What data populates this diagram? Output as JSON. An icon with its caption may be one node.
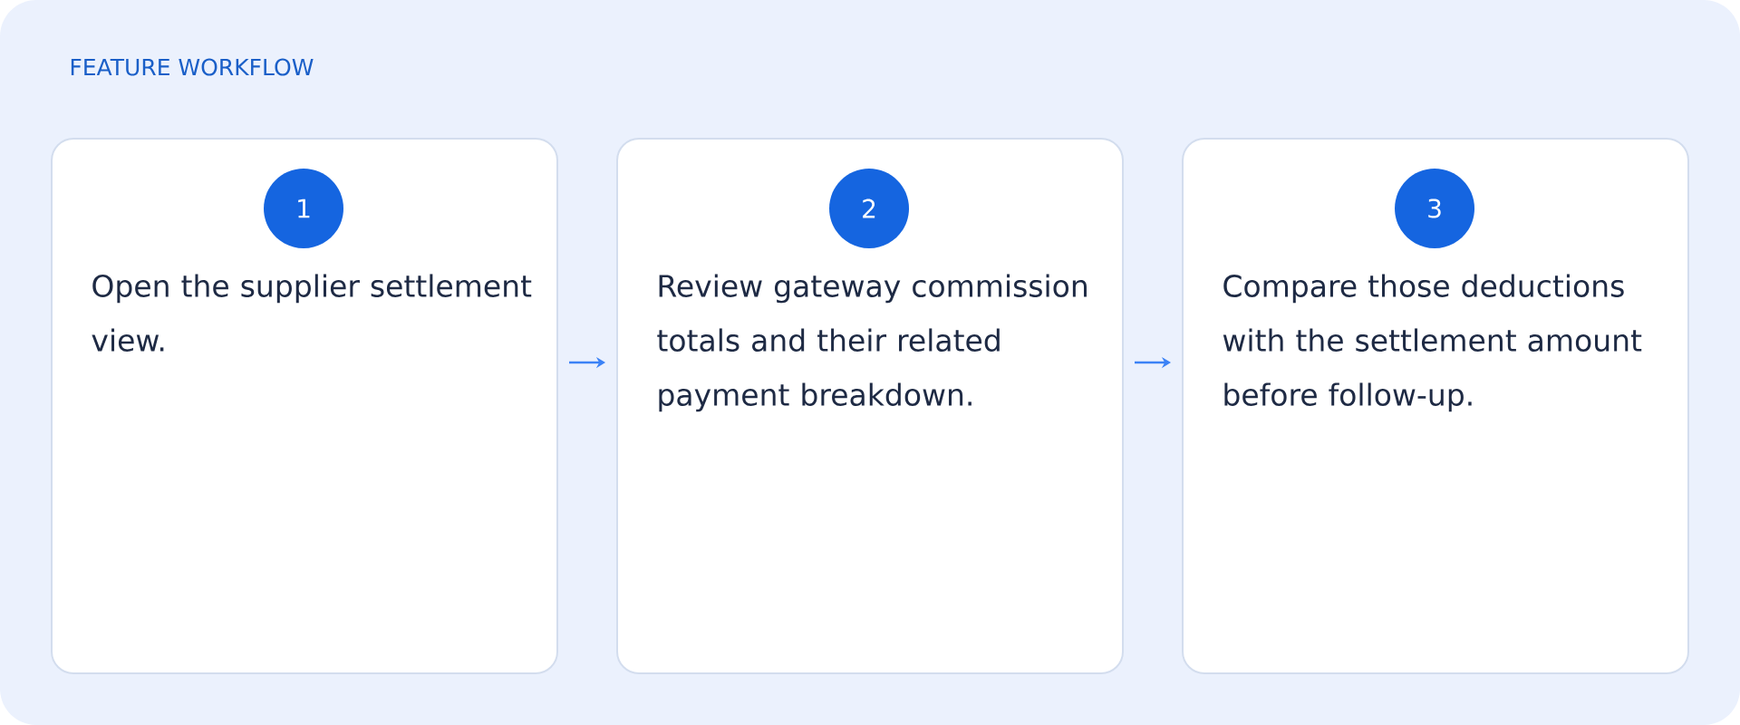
{
  "diagram": {
    "title": "FEATURE WORKFLOW",
    "nodes": [
      {
        "text": [
          "1",
          "Open the supplier settlement view."
        ]
      },
      {
        "text": [
          "2",
          "Review gateway commission totals and their related payment breakdown."
        ]
      },
      {
        "text": [
          "3",
          "Compare those deductions with the settlement amount before follow-up."
        ]
      }
    ],
    "edges": [
      {
        "from": 0,
        "to": 1,
        "arrow": "to"
      },
      {
        "from": 1,
        "to": 2,
        "arrow": "to"
      }
    ]
  }
}
